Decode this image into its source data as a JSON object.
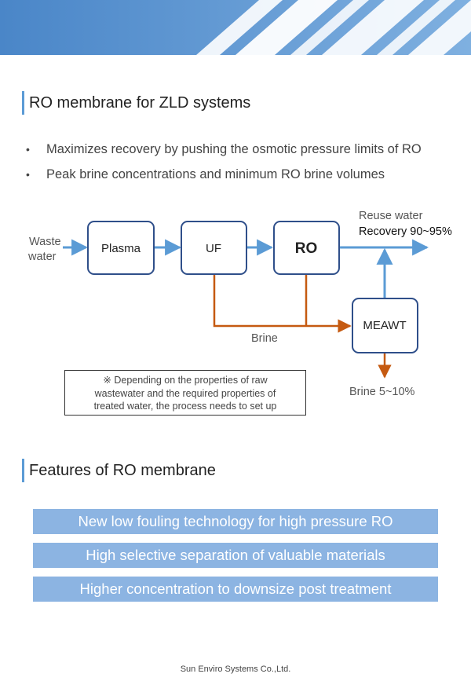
{
  "section1": {
    "title": "RO membrane for ZLD systems",
    "bullets": [
      "Maximizes recovery by pushing the osmotic pressure limits of RO",
      "Peak brine concentrations and minimum RO brine volumes"
    ]
  },
  "diagram": {
    "input_label_line1": "Waste",
    "input_label_line2": "water",
    "boxes": [
      "Plasma",
      "UF",
      "RO",
      "MEAWT"
    ],
    "reuse_label": "Reuse water",
    "recovery_label": "Recovery 90~95%",
    "brine_label": "Brine",
    "brine_out_label": "Brine 5~10%",
    "note_lines": [
      "※ Depending on the properties of raw",
      "wastewater and the required properties of",
      "treated water, the process needs to set up"
    ],
    "colors": {
      "water_flow": "#5b9bd5",
      "brine_flow": "#c55a11",
      "box_border": "#2f4f8a"
    }
  },
  "section2": {
    "title": "Features of RO membrane",
    "features": [
      "New low fouling technology for high pressure RO",
      "High selective separation of valuable materials",
      "Higher concentration to downsize post treatment"
    ]
  },
  "footer": {
    "company": "Sun Enviro Systems Co.,Ltd."
  }
}
